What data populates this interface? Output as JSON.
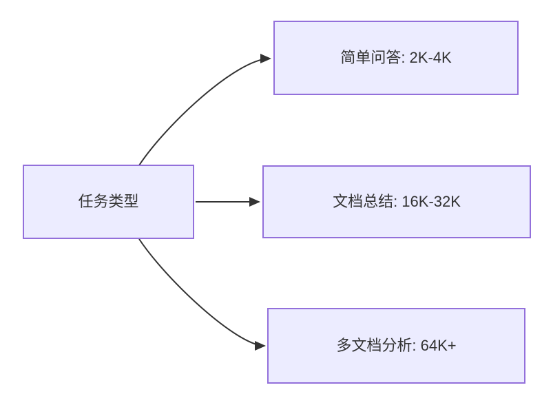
{
  "diagram": {
    "type": "flowchart",
    "root": {
      "label": "任务类型"
    },
    "children": [
      {
        "label": "简单问答: 2K-4K"
      },
      {
        "label": "文档总结: 16K-32K"
      },
      {
        "label": "多文档分析: 64K+"
      }
    ],
    "edges": [
      {
        "from": "任务类型",
        "to": "简单问答: 2K-4K"
      },
      {
        "from": "任务类型",
        "to": "文档总结: 16K-32K"
      },
      {
        "from": "任务类型",
        "to": "多文档分析: 64K+"
      }
    ],
    "colors": {
      "node_fill": "#ECECFF",
      "node_border": "#9370DB",
      "edge": "#333333",
      "text": "#333333",
      "background": "#FFFFFF"
    }
  }
}
